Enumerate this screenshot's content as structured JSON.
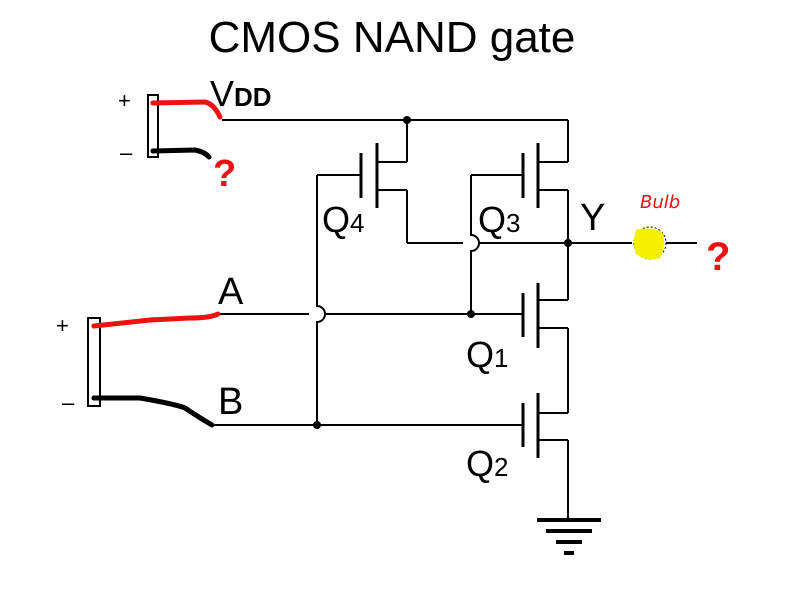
{
  "title": "CMOS  NAND gate",
  "labels": {
    "vdd_main": "V",
    "vdd_sub": "DD",
    "input_a": "A",
    "input_b": "B",
    "output_y": "Y",
    "q1": "Q",
    "q1_sub": "1",
    "q2": "Q",
    "q2_sub": "2",
    "q3": "Q",
    "q3_sub": "3",
    "q4": "Q",
    "q4_sub": "4",
    "bulb": "Bulb",
    "question_mark": "?"
  },
  "batteries": {
    "supply": {
      "plus": "+",
      "minus": "–"
    },
    "inputs": {
      "plus": "+",
      "minus": "–"
    }
  },
  "colors": {
    "wire": "#000000",
    "red_annotation": "#ee1111",
    "bulb_fill": "#f5f000"
  }
}
